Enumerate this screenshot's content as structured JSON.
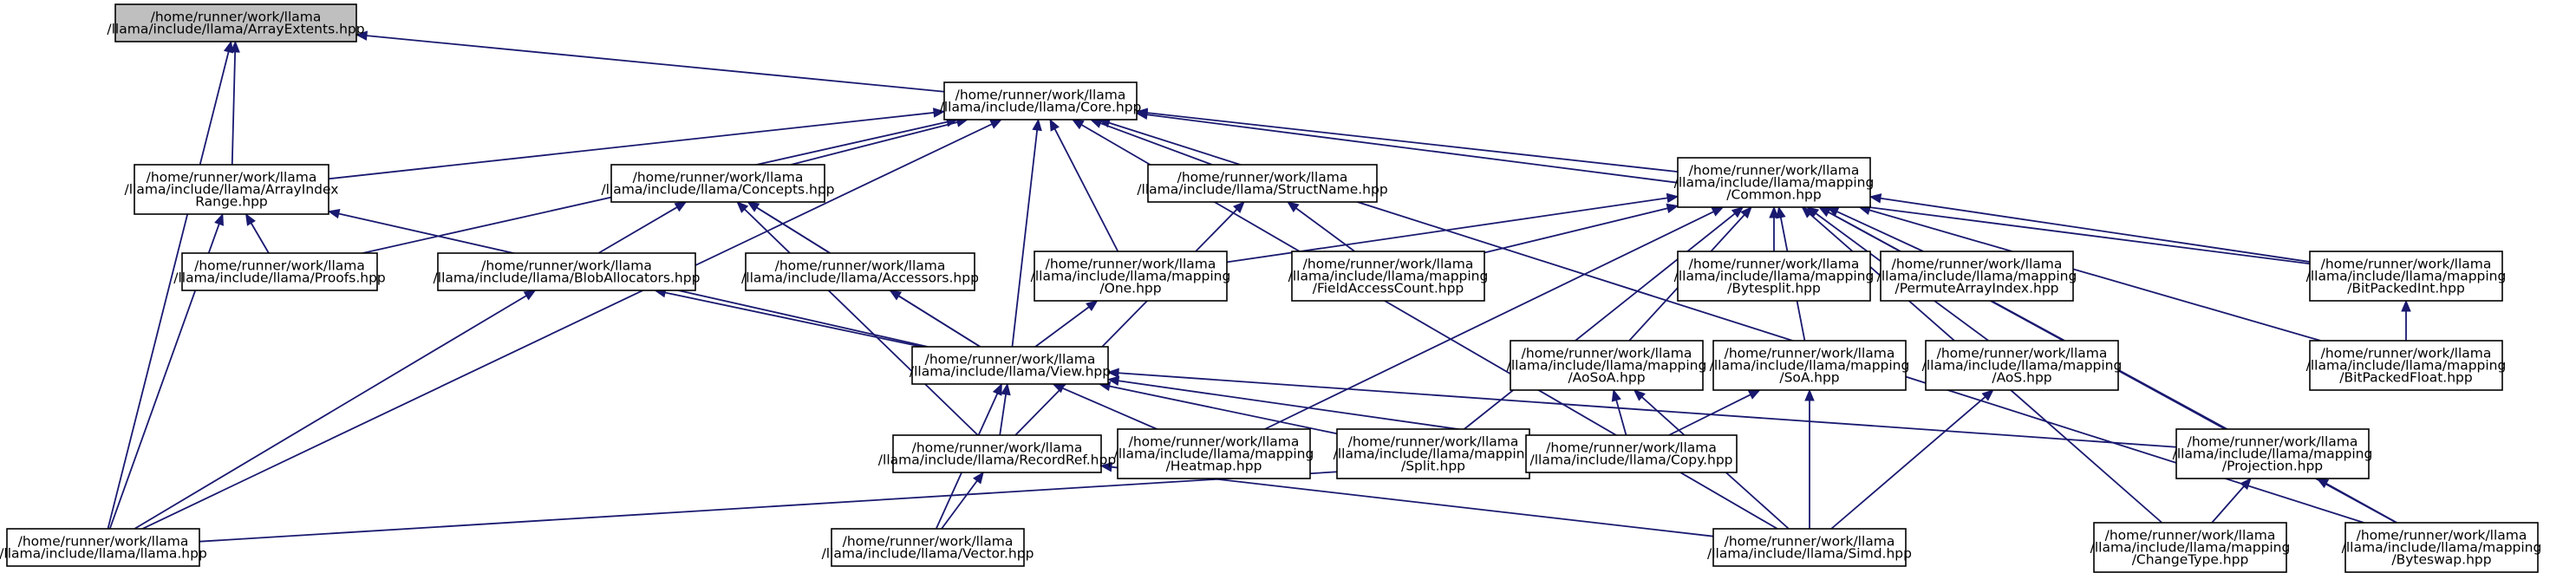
{
  "diagram": {
    "type": "include-dependency-graph",
    "colors": {
      "edge": "#191970",
      "root_fill": "#bfbfbf",
      "node_fill": "#ffffff",
      "border": "#000000"
    },
    "nodes": [
      {
        "id": "arrayextents",
        "lines": [
          "/home/runner/work/llama",
          "/llama/include/llama/ArrayExtents.hpp"
        ]
      },
      {
        "id": "core",
        "lines": [
          "/home/runner/work/llama",
          "/llama/include/llama/Core.hpp"
        ]
      },
      {
        "id": "arrayindexrange",
        "lines": [
          "/home/runner/work/llama",
          "/llama/include/llama/ArrayIndex",
          "Range.hpp"
        ]
      },
      {
        "id": "concepts",
        "lines": [
          "/home/runner/work/llama",
          "/llama/include/llama/Concepts.hpp"
        ]
      },
      {
        "id": "structname",
        "lines": [
          "/home/runner/work/llama",
          "/llama/include/llama/StructName.hpp"
        ]
      },
      {
        "id": "common",
        "lines": [
          "/home/runner/work/llama",
          "/llama/include/llama/mapping",
          "/Common.hpp"
        ]
      },
      {
        "id": "proofs",
        "lines": [
          "/home/runner/work/llama",
          "/llama/include/llama/Proofs.hpp"
        ]
      },
      {
        "id": "bloballocators",
        "lines": [
          "/home/runner/work/llama",
          "/llama/include/llama/BlobAllocators.hpp"
        ]
      },
      {
        "id": "accessors",
        "lines": [
          "/home/runner/work/llama",
          "/llama/include/llama/Accessors.hpp"
        ]
      },
      {
        "id": "one",
        "lines": [
          "/home/runner/work/llama",
          "/llama/include/llama/mapping",
          "/One.hpp"
        ]
      },
      {
        "id": "fieldaccesscount",
        "lines": [
          "/home/runner/work/llama",
          "/llama/include/llama/mapping",
          "/FieldAccessCount.hpp"
        ]
      },
      {
        "id": "bytesplit",
        "lines": [
          "/home/runner/work/llama",
          "/llama/include/llama/mapping",
          "/Bytesplit.hpp"
        ]
      },
      {
        "id": "permutearrayindex",
        "lines": [
          "/home/runner/work/llama",
          "/llama/include/llama/mapping",
          "/PermuteArrayIndex.hpp"
        ]
      },
      {
        "id": "bitpackedint",
        "lines": [
          "/home/runner/work/llama",
          "/llama/include/llama/mapping",
          "/BitPackedInt.hpp"
        ]
      },
      {
        "id": "view",
        "lines": [
          "/home/runner/work/llama",
          "/llama/include/llama/View.hpp"
        ]
      },
      {
        "id": "aosoa",
        "lines": [
          "/home/runner/work/llama",
          "/llama/include/llama/mapping",
          "/AoSoA.hpp"
        ]
      },
      {
        "id": "soa",
        "lines": [
          "/home/runner/work/llama",
          "/llama/include/llama/mapping",
          "/SoA.hpp"
        ]
      },
      {
        "id": "aos",
        "lines": [
          "/home/runner/work/llama",
          "/llama/include/llama/mapping",
          "/AoS.hpp"
        ]
      },
      {
        "id": "bitpackedfloat",
        "lines": [
          "/home/runner/work/llama",
          "/llama/include/llama/mapping",
          "/BitPackedFloat.hpp"
        ]
      },
      {
        "id": "recordref",
        "lines": [
          "/home/runner/work/llama",
          "/llama/include/llama/RecordRef.hpp"
        ]
      },
      {
        "id": "heatmap",
        "lines": [
          "/home/runner/work/llama",
          "/llama/include/llama/mapping",
          "/Heatmap.hpp"
        ]
      },
      {
        "id": "split",
        "lines": [
          "/home/runner/work/llama",
          "/llama/include/llama/mapping",
          "/Split.hpp"
        ]
      },
      {
        "id": "copy",
        "lines": [
          "/home/runner/work/llama",
          "/llama/include/llama/Copy.hpp"
        ]
      },
      {
        "id": "projection",
        "lines": [
          "/home/runner/work/llama",
          "/llama/include/llama/mapping",
          "/Projection.hpp"
        ]
      },
      {
        "id": "llama",
        "lines": [
          "/home/runner/work/llama",
          "/llama/include/llama/llama.hpp"
        ]
      },
      {
        "id": "vector",
        "lines": [
          "/home/runner/work/llama",
          "/llama/include/llama/Vector.hpp"
        ]
      },
      {
        "id": "simd",
        "lines": [
          "/home/runner/work/llama",
          "/llama/include/llama/Simd.hpp"
        ]
      },
      {
        "id": "changetype",
        "lines": [
          "/home/runner/work/llama",
          "/llama/include/llama/mapping",
          "/ChangeType.hpp"
        ]
      },
      {
        "id": "byteswap",
        "lines": [
          "/home/runner/work/llama",
          "/llama/include/llama/mapping",
          "/Byteswap.hpp"
        ]
      }
    ],
    "edges": [
      [
        "core",
        "arrayextents"
      ],
      [
        "arrayindexrange",
        "arrayextents"
      ],
      [
        "llama",
        "arrayextents"
      ],
      [
        "arrayindexrange",
        "core"
      ],
      [
        "concepts",
        "core"
      ],
      [
        "structname",
        "core"
      ],
      [
        "common",
        "core"
      ],
      [
        "proofs",
        "core"
      ],
      [
        "one",
        "core"
      ],
      [
        "view",
        "core"
      ],
      [
        "bitpackedint",
        "core"
      ],
      [
        "llama",
        "core"
      ],
      [
        "simd",
        "core"
      ],
      [
        "byteswap",
        "core"
      ],
      [
        "proofs",
        "arrayindexrange"
      ],
      [
        "view",
        "arrayindexrange"
      ],
      [
        "llama",
        "arrayindexrange"
      ],
      [
        "bloballocators",
        "concepts"
      ],
      [
        "accessors",
        "concepts"
      ],
      [
        "view",
        "concepts"
      ],
      [
        "recordref",
        "concepts"
      ],
      [
        "fieldaccesscount",
        "structname"
      ],
      [
        "recordref",
        "structname"
      ],
      [
        "one",
        "common"
      ],
      [
        "fieldaccesscount",
        "common"
      ],
      [
        "bytesplit",
        "common"
      ],
      [
        "permutearrayindex",
        "common"
      ],
      [
        "bitpackedint",
        "common"
      ],
      [
        "aosoa",
        "common"
      ],
      [
        "soa",
        "common"
      ],
      [
        "aos",
        "common"
      ],
      [
        "bitpackedfloat",
        "common"
      ],
      [
        "heatmap",
        "common"
      ],
      [
        "split",
        "common"
      ],
      [
        "projection",
        "common"
      ],
      [
        "changetype",
        "common"
      ],
      [
        "byteswap",
        "common"
      ],
      [
        "view",
        "bloballocators"
      ],
      [
        "llama",
        "bloballocators"
      ],
      [
        "view",
        "accessors"
      ],
      [
        "view",
        "one"
      ],
      [
        "bitpackedfloat",
        "bitpackedint"
      ],
      [
        "recordref",
        "view"
      ],
      [
        "heatmap",
        "view"
      ],
      [
        "split",
        "view"
      ],
      [
        "copy",
        "view"
      ],
      [
        "projection",
        "view"
      ],
      [
        "vector",
        "view"
      ],
      [
        "copy",
        "aosoa"
      ],
      [
        "simd",
        "aosoa"
      ],
      [
        "copy",
        "soa"
      ],
      [
        "simd",
        "soa"
      ],
      [
        "simd",
        "aos"
      ],
      [
        "vector",
        "recordref"
      ],
      [
        "simd",
        "recordref"
      ],
      [
        "llama",
        "copy"
      ],
      [
        "changetype",
        "projection"
      ],
      [
        "byteswap",
        "projection"
      ]
    ]
  }
}
